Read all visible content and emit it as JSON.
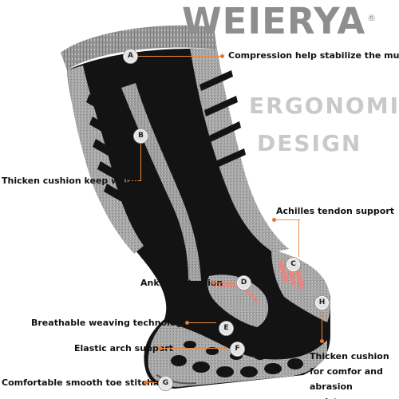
{
  "brand": {
    "name": "WEIERYA",
    "trademark": "®"
  },
  "headline": {
    "line1": "ERGONOMIC",
    "line2": "DESIGN"
  },
  "annotations": [
    {
      "letter": "A",
      "label": "Compression help stabilize the muscle"
    },
    {
      "letter": "B",
      "label": "Thicken cushion keep warm"
    },
    {
      "letter": "C",
      "label": "Achilles tendon support"
    },
    {
      "letter": "D",
      "label": "Ankle protection"
    },
    {
      "letter": "E",
      "label": "Breathable weaving technology"
    },
    {
      "letter": "F",
      "label": "Elastic arch support"
    },
    {
      "letter": "G",
      "label": "Comfortable smooth toe stitching"
    },
    {
      "letter": "H",
      "label": "Thicken cushion for comfor and abrasion resistance"
    }
  ],
  "colors": {
    "brand_text": "#8e8e8e",
    "headline_text": "#c9c9c9",
    "leader_line": "#f0893f",
    "accent_pink": "#e8877f",
    "sock_black": "#111111",
    "sock_grey": "#a9a9a9"
  }
}
